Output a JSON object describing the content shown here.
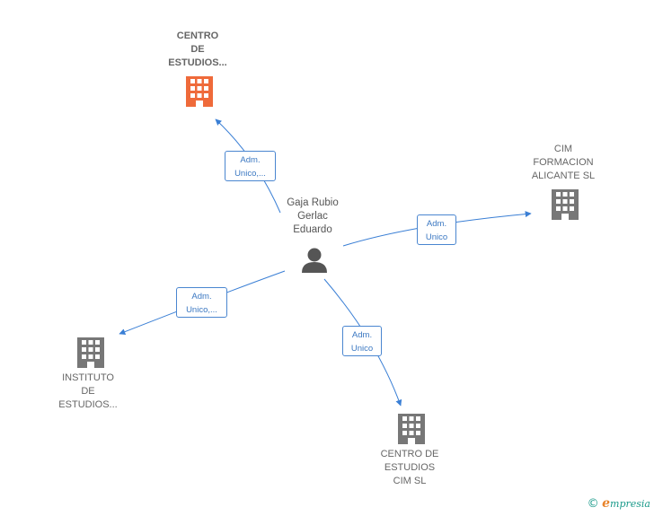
{
  "colors": {
    "edge": "#3a7fd5",
    "building": "#777777",
    "building_highlight": "#ef6a3a",
    "person": "#555555"
  },
  "center": {
    "label_lines": [
      "Gaja Rubio",
      "Gerlac",
      "Eduardo"
    ],
    "icon": "person-icon"
  },
  "nodes": [
    {
      "id": "centro-estudios-top",
      "label_lines": [
        "CENTRO",
        "DE",
        "ESTUDIOS..."
      ],
      "icon": "building-icon",
      "highlight": true
    },
    {
      "id": "cim-formacion",
      "label_lines": [
        "CIM",
        "FORMACION",
        "ALICANTE SL"
      ],
      "icon": "building-icon",
      "highlight": false
    },
    {
      "id": "instituto-estudios",
      "label_lines": [
        "INSTITUTO",
        "DE",
        "ESTUDIOS..."
      ],
      "icon": "building-icon",
      "highlight": false
    },
    {
      "id": "centro-estudios-cim",
      "label_lines": [
        "CENTRO DE",
        "ESTUDIOS",
        "CIM SL"
      ],
      "icon": "building-icon",
      "highlight": false
    }
  ],
  "relations": [
    {
      "to": "centro-estudios-top",
      "label_lines": [
        "Adm.",
        "Unico,..."
      ]
    },
    {
      "to": "cim-formacion",
      "label_lines": [
        "Adm.",
        "Unico"
      ]
    },
    {
      "to": "instituto-estudios",
      "label_lines": [
        "Adm.",
        "Unico,..."
      ]
    },
    {
      "to": "centro-estudios-cim",
      "label_lines": [
        "Adm.",
        "Unico"
      ]
    }
  ],
  "brand": {
    "copyright": "©",
    "initial": "e",
    "name": "mpresia"
  }
}
